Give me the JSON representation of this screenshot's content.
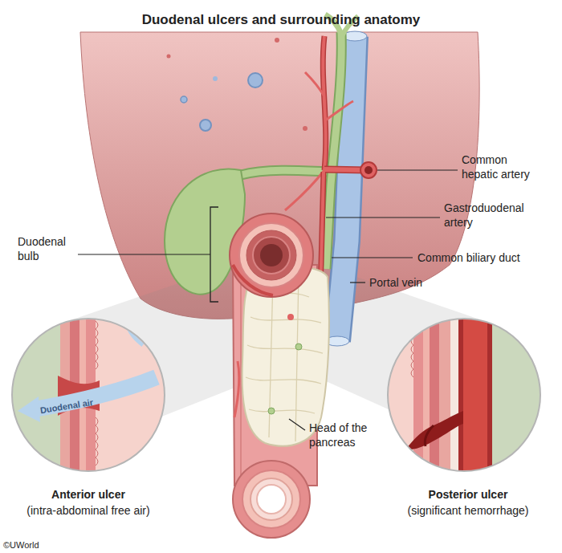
{
  "diagram": {
    "title": "Duodenal ulcers and surrounding anatomy",
    "nodes": [
      {
        "text": [
          "Duodenal air",
          "Anterior ulcer",
          "(intra-abdominal free air)"
        ]
      },
      {
        "text": [
          "Posterior ulcer",
          "(significant hemorrhage)"
        ]
      }
    ],
    "labels": [
      "Common hepatic artery",
      "Gastroduodenal artery",
      "Duodenal bulb",
      "Common biliary duct",
      "Portal vein",
      "Head of the pancreas",
      "©UWorld"
    ]
  }
}
